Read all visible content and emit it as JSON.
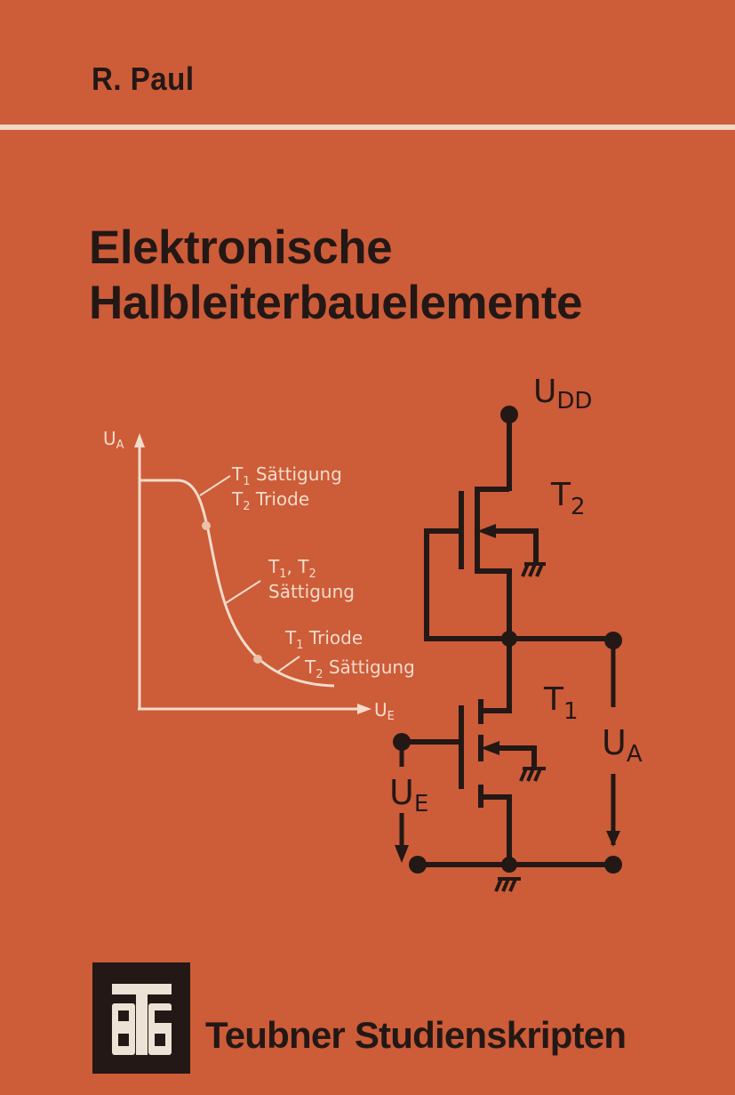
{
  "cover": {
    "author": "R. Paul",
    "title_line1": "Elektronische",
    "title_line2": "Halbleiterbauelemente",
    "publisher": "Teubner Studienskripten",
    "colors": {
      "background": "#cd5c38",
      "ink": "#231815",
      "light": "#f1d9c4"
    }
  },
  "graph": {
    "y_axis_label": "U",
    "y_axis_sub": "A",
    "x_axis_label": "U",
    "x_axis_sub": "E",
    "annotations": [
      {
        "line1_main": "T",
        "line1_sub": "1",
        "line1_rest": " Sättigung",
        "line2_main": "T",
        "line2_sub": "2",
        "line2_rest": " Triode"
      },
      {
        "line1_main": "T",
        "line1_sub": "1",
        "line1_mid": ", T",
        "line1_sub2": "2",
        "line2_rest": "Sättigung"
      },
      {
        "line1_main": "T",
        "line1_sub": "1",
        "line1_rest": " Triode",
        "line2_main": "T",
        "line2_sub": "2",
        "line2_rest": " Sättigung"
      }
    ]
  },
  "circuit": {
    "supply_label": "U",
    "supply_sub": "DD",
    "t2_label": "T",
    "t2_sub": "2",
    "t1_label": "T",
    "t1_sub": "1",
    "output_label": "U",
    "output_sub": "A",
    "input_label": "U",
    "input_sub": "E"
  },
  "chart_data": {
    "type": "line",
    "title": "",
    "xlabel": "U_E",
    "ylabel": "U_A",
    "x": [
      0,
      0.2,
      0.3,
      0.35,
      0.4,
      0.45,
      0.5,
      0.6,
      0.7,
      0.8,
      1.0
    ],
    "values": [
      1.0,
      1.0,
      0.95,
      0.82,
      0.6,
      0.4,
      0.28,
      0.15,
      0.09,
      0.06,
      0.05
    ],
    "grid": false,
    "markers": [
      {
        "x": 0.35,
        "y": 0.82,
        "label": "T1 Sättigung / T2 Triode boundary"
      },
      {
        "x": 0.6,
        "y": 0.15,
        "label": "T1 Triode / T2 Sättigung boundary"
      }
    ],
    "regions": [
      "T1 Sättigung, T2 Triode",
      "T1, T2 Sättigung",
      "T1 Triode, T2 Sättigung"
    ]
  }
}
